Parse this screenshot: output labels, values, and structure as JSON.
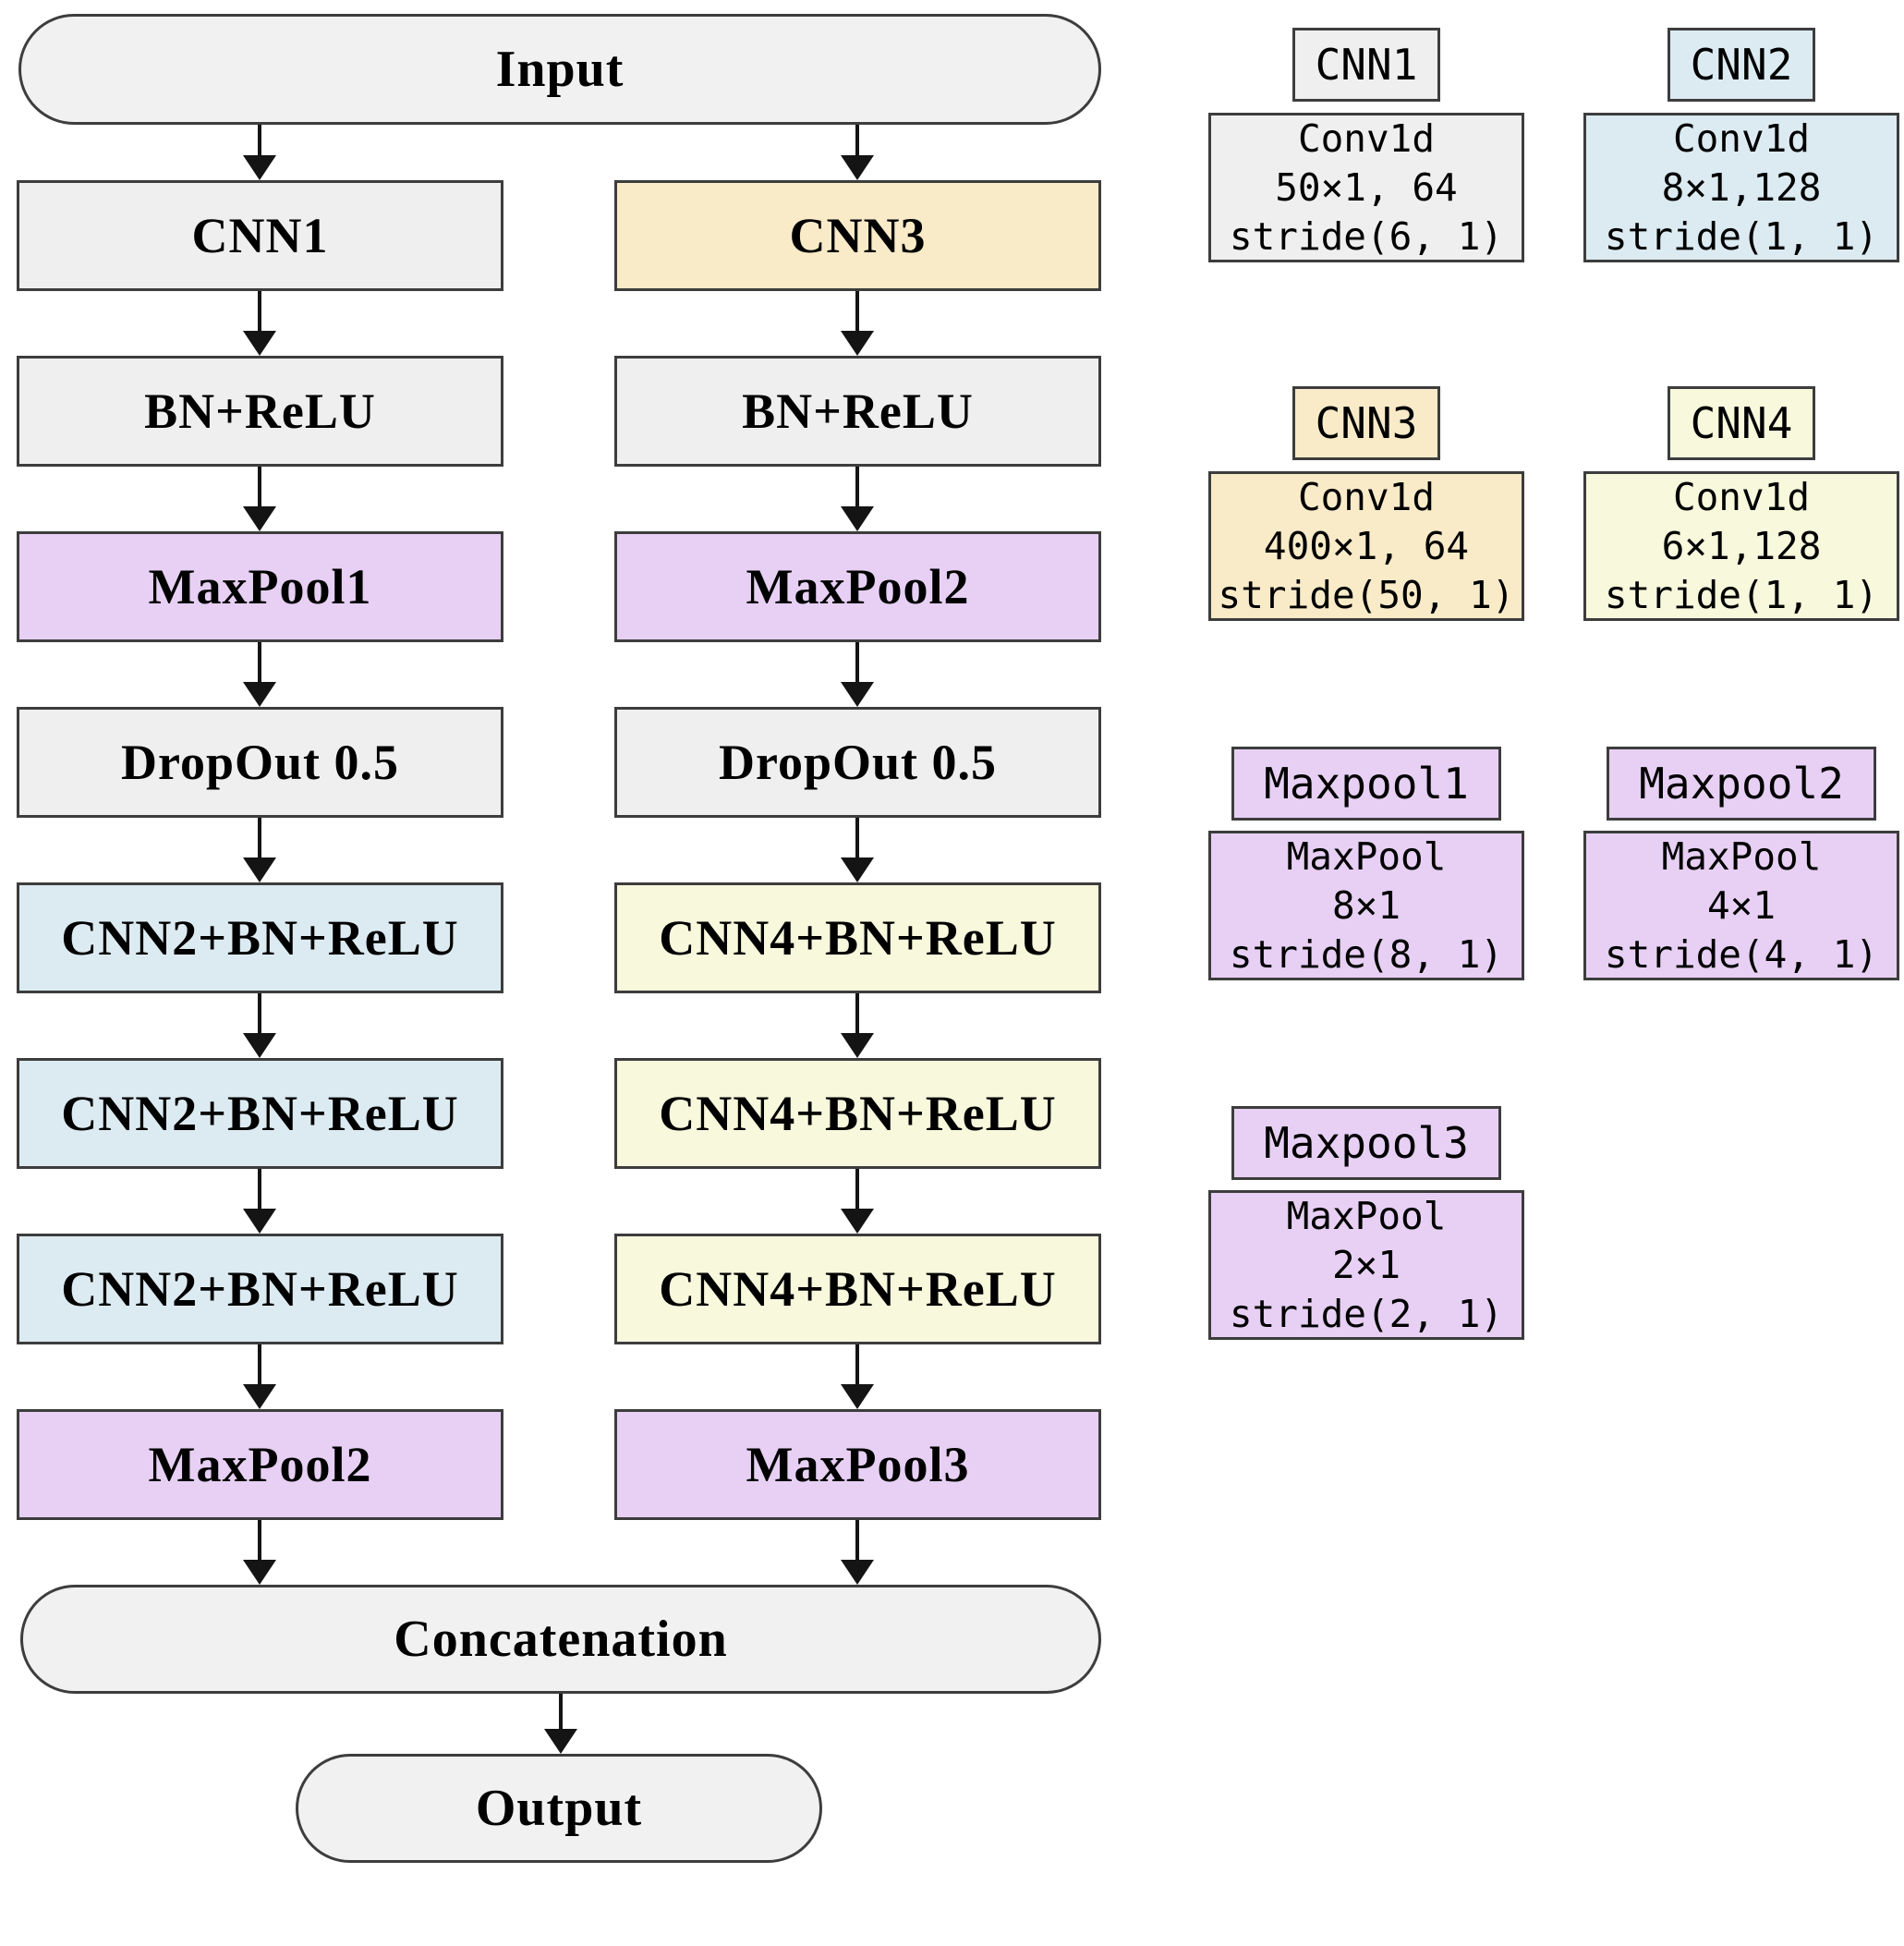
{
  "colors": {
    "gray": "#EFEFEF",
    "stadium": "#F1F1F1",
    "purple": "#E7D0F4",
    "blue": "#DCEBF2",
    "tan": "#F9EBC8",
    "yellow": "#F7F8DC",
    "border": "#3D3D3D",
    "arrow": "#141414"
  },
  "flow": {
    "input": "Input",
    "concatenation": "Concatenation",
    "output": "Output",
    "left": [
      "CNN1",
      "BN+ReLU",
      "MaxPool1",
      "DropOut 0.5",
      "CNN2+BN+ReLU",
      "CNN2+BN+ReLU",
      "CNN2+BN+ReLU",
      "MaxPool2"
    ],
    "right": [
      "CNN3",
      "BN+ReLU",
      "MaxPool2",
      "DropOut 0.5",
      "CNN4+BN+ReLU",
      "CNN4+BN+ReLU",
      "CNN4+BN+ReLU",
      "MaxPool3"
    ]
  },
  "legend": {
    "cnn1": {
      "tab": "CNN1",
      "line1": "Conv1d",
      "line2": "50×1, 64",
      "line3": "stride(6, 1)"
    },
    "cnn2": {
      "tab": "CNN2",
      "line1": "Conv1d",
      "line2": "8×1,128",
      "line3": "stride(1, 1)"
    },
    "cnn3": {
      "tab": "CNN3",
      "line1": "Conv1d",
      "line2": "400×1, 64",
      "line3": "stride(50, 1)"
    },
    "cnn4": {
      "tab": "CNN4",
      "line1": "Conv1d",
      "line2": "6×1,128",
      "line3": "stride(1, 1)"
    },
    "maxpool1": {
      "tab": "Maxpool1",
      "line1": "MaxPool",
      "line2": "8×1",
      "line3": "stride(8, 1)"
    },
    "maxpool2": {
      "tab": "Maxpool2",
      "line1": "MaxPool",
      "line2": "4×1",
      "line3": "stride(4, 1)"
    },
    "maxpool3": {
      "tab": "Maxpool3",
      "line1": "MaxPool",
      "line2": "2×1",
      "line3": "stride(2, 1)"
    }
  }
}
